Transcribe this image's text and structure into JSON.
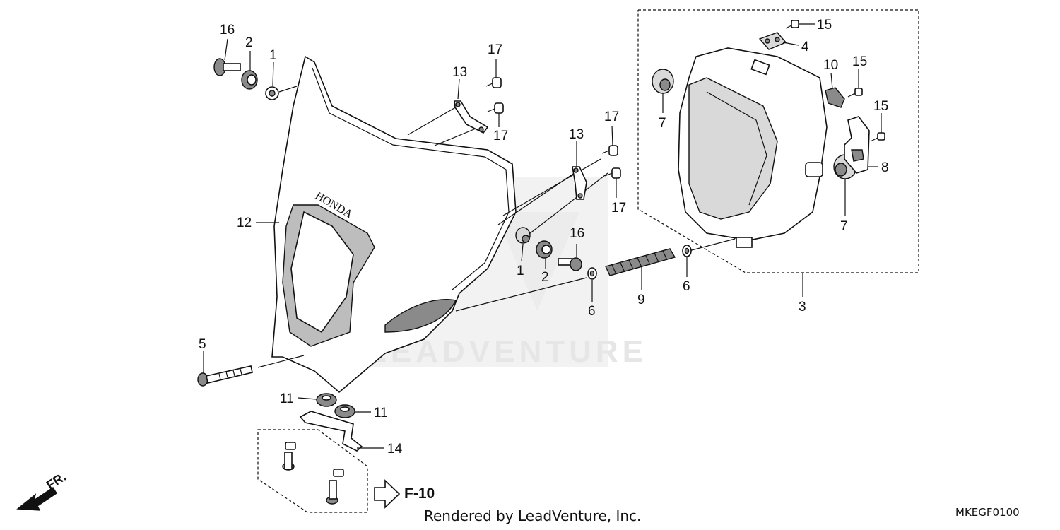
{
  "diagram": {
    "parts": [
      {
        "id": "p16a",
        "label": "16",
        "shape": "bolt"
      },
      {
        "id": "p2a",
        "label": "2",
        "shape": "grommet"
      },
      {
        "id": "p1a",
        "label": "1",
        "shape": "collar"
      },
      {
        "id": "p13a",
        "label": "13",
        "shape": "bracket"
      },
      {
        "id": "p17a",
        "label": "17",
        "shape": "screw"
      },
      {
        "id": "p17b",
        "label": "17",
        "shape": "screw"
      },
      {
        "id": "p13b",
        "label": "13",
        "shape": "bracket"
      },
      {
        "id": "p17c",
        "label": "17",
        "shape": "screw"
      },
      {
        "id": "p17d",
        "label": "17",
        "shape": "screw"
      },
      {
        "id": "p12",
        "label": "12",
        "shape": "headlight-cowl"
      },
      {
        "id": "p1b",
        "label": "1",
        "shape": "collar"
      },
      {
        "id": "p2b",
        "label": "2",
        "shape": "grommet"
      },
      {
        "id": "p16b",
        "label": "16",
        "shape": "bolt"
      },
      {
        "id": "p6a",
        "label": "6",
        "shape": "washer"
      },
      {
        "id": "p9",
        "label": "9",
        "shape": "spring"
      },
      {
        "id": "p6b",
        "label": "6",
        "shape": "washer"
      },
      {
        "id": "p3",
        "label": "3",
        "shape": "headlight-unit"
      },
      {
        "id": "p7a",
        "label": "7",
        "shape": "cap"
      },
      {
        "id": "p7b",
        "label": "7",
        "shape": "cap"
      },
      {
        "id": "p15a",
        "label": "15",
        "shape": "screw"
      },
      {
        "id": "p4",
        "label": "4",
        "shape": "plate"
      },
      {
        "id": "p10",
        "label": "10",
        "shape": "clamp"
      },
      {
        "id": "p15b",
        "label": "15",
        "shape": "screw"
      },
      {
        "id": "p15c",
        "label": "15",
        "shape": "screw"
      },
      {
        "id": "p8",
        "label": "8",
        "shape": "bracket"
      },
      {
        "id": "p5",
        "label": "5",
        "shape": "bolt"
      },
      {
        "id": "p11a",
        "label": "11",
        "shape": "grommet"
      },
      {
        "id": "p11b",
        "label": "11",
        "shape": "grommet"
      },
      {
        "id": "p14",
        "label": "14",
        "shape": "stay"
      }
    ],
    "cowl_logo": "HONDA",
    "watermark": "LEADVENTURE",
    "reference": "F-10",
    "front_indicator": "FR.",
    "credit": "Rendered by LeadVenture, Inc.",
    "code": "MKEGF0100"
  }
}
